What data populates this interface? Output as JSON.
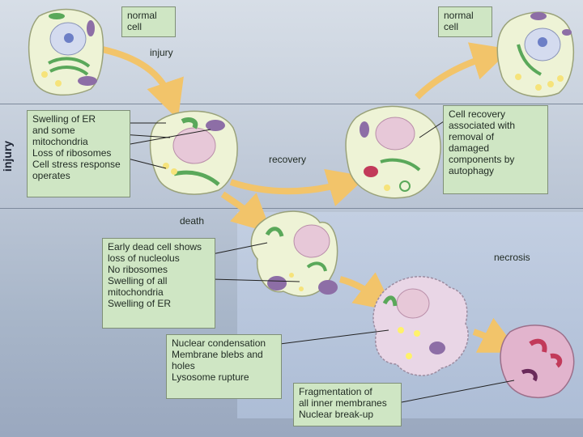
{
  "labels": {
    "normal_cell_left": "normal\ncell",
    "normal_cell_right": "normal\ncell",
    "injury_arrow": "injury",
    "injury_side": "injury",
    "recovery_arrow": "recovery",
    "death_arrow": "death",
    "necrosis": "necrosis"
  },
  "boxes": {
    "swelling": "Swelling of ER\nand some\nmitochondria\nLoss of ribosomes\nCell stress response\noperates",
    "recovery_note": "Cell recovery\nassociated with\nremoval of\ndamaged\ncomponents by\nautophagy",
    "early_dead": "Early dead cell shows\nloss of nucleolus\nNo ribosomes\nSwelling of all\nmitochondria\nSwelling of ER",
    "nuclear_condensation": "Nuclear condensation\nMembrane blebs and\nholes\nLysosome rupture",
    "fragmentation": "Fragmentation of\nall inner membranes\nNuclear break-up"
  },
  "colors": {
    "cell_body": "#eef3d6",
    "nucleus": "#e7c8d8",
    "nucleolus": "#9aa7df",
    "er": "#5aa85a",
    "mitochondria": "#8d6ea6",
    "arrow": "#f2c46a",
    "box_fill": "#cfe6c4"
  }
}
